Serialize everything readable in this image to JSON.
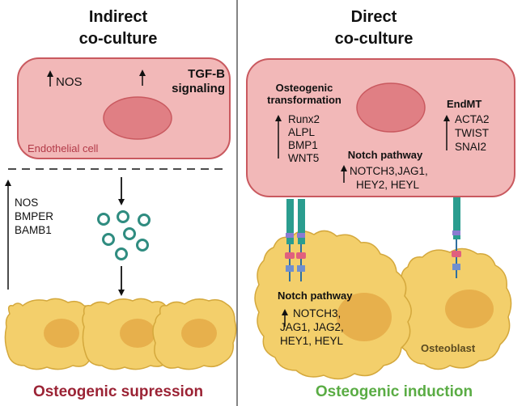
{
  "left_panel": {
    "title_line1": "Indirect",
    "title_line2": "co-culture",
    "endothelial_cell": {
      "nos": "NOS",
      "tgf_line1": "TGF-B",
      "tgf_line2": "signaling",
      "label": "Endothelial cell"
    },
    "secreted_factors": [
      "NOS",
      "BMPER",
      "BAMB1"
    ],
    "outcome": "Osteogenic supression"
  },
  "right_panel": {
    "title_line1": "Direct",
    "title_line2": "co-culture",
    "osteogenic_heading_line1": "Osteogenic",
    "osteogenic_heading_line2": "transformation",
    "osteogenic_genes": [
      "Runx2",
      "ALPL",
      "BMP1",
      "WNT5"
    ],
    "endmt_heading": "EndMT",
    "endmt_genes": [
      "ACTA2",
      "TWIST",
      "SNAI2"
    ],
    "notch_ec_heading": "Notch pathway",
    "notch_ec_line1": "NOTCH3,JAG1,",
    "notch_ec_line2": "HEY2, HEYL",
    "notch_ob_heading": "Notch pathway",
    "notch_ob_lines": [
      "NOTCH3,",
      "JAG1, JAG2,",
      "HEY1, HEYL"
    ],
    "osteoblast_label": "Osteoblast",
    "outcome": "Osteogenic induction"
  },
  "colors": {
    "cell_fill": "#f2b8b8",
    "cell_stroke": "#c9595f",
    "nucleus_fill": "#e07f84",
    "osteoblast_fill": "#f3cf6b",
    "osteoblast_stroke": "#d4a83c",
    "osteoblast_nucleus": "#e7b04c",
    "vesicle_stroke": "#2f8c80",
    "receptor": "#2a9d8f",
    "suppression_text": "#9b2335",
    "induction_text": "#5aac44"
  }
}
